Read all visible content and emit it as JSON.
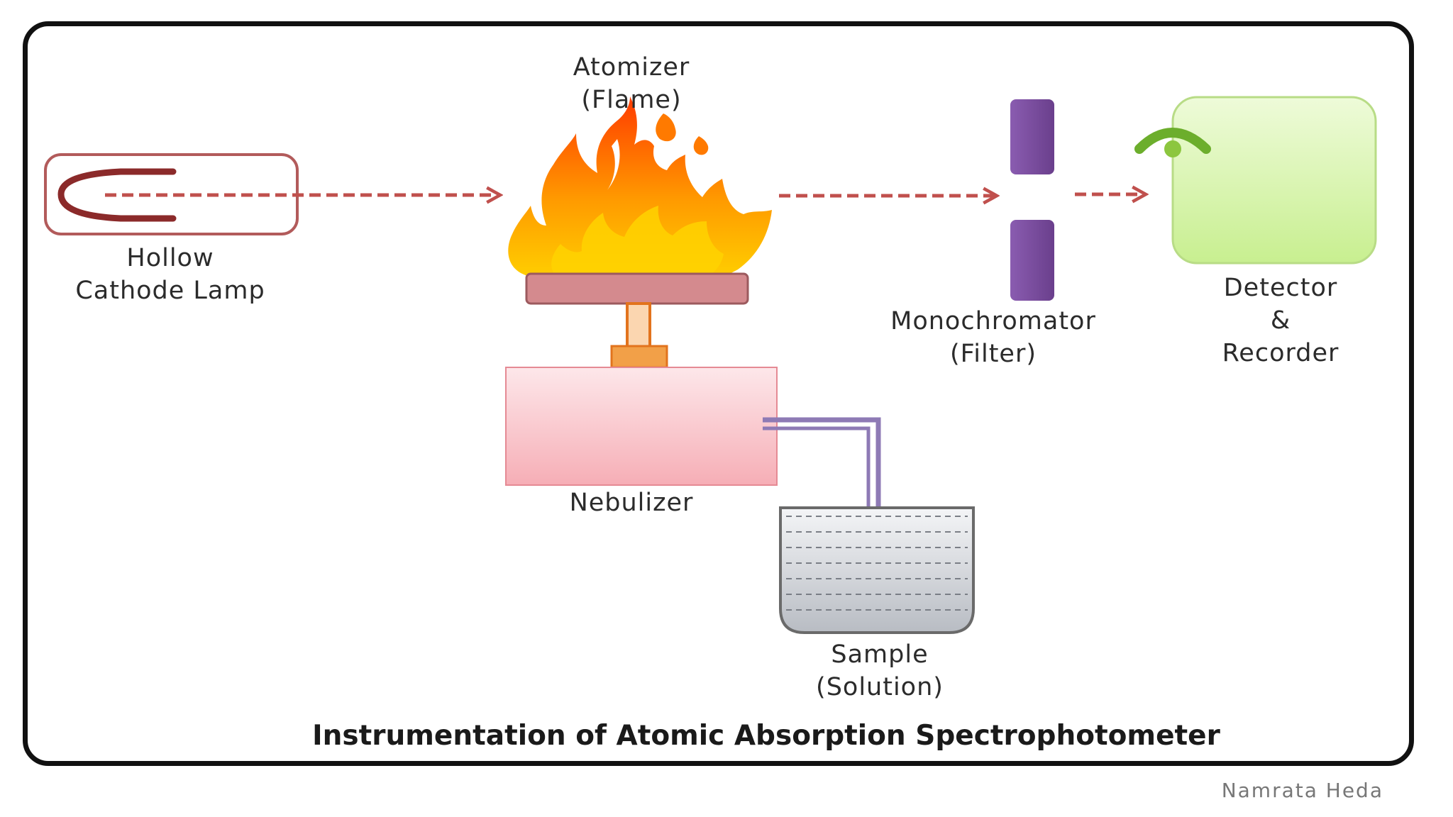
{
  "diagram": {
    "title": "Instrumentation of Atomic Absorption Spectrophotometer",
    "credit": "Namrata Heda",
    "components": {
      "lamp": {
        "line1": "Hollow",
        "line2": "Cathode  Lamp"
      },
      "atomizer": {
        "line1": "Atomizer",
        "line2": "(Flame)"
      },
      "monochromator": {
        "line1": "Monochromator",
        "line2": "(Filter)"
      },
      "detector": {
        "line1": "Detector",
        "line2": "&",
        "line3": "Recorder"
      },
      "nebulizer": {
        "line1": "Nebulizer"
      },
      "sample": {
        "line1": "Sample",
        "line2": "(Solution)"
      }
    },
    "colors": {
      "frame": "#111111",
      "beam": "#c0504d",
      "lamp_outline": "#b25b5b",
      "lamp_cathode": "#8b2a2a",
      "flame_outer": "#ff8c00",
      "flame_inner": "#ffd200",
      "burner": "#d48a8e",
      "stem": "#e2731d",
      "nebulizer_fill": "#f8b8be",
      "tube": "#8e7ab5",
      "monochromator": "#7b4fa0",
      "detector_fill": "#d8f5a8",
      "detector_sensor": "#6cae2c",
      "beaker_fill": "#c9cdd3"
    }
  }
}
